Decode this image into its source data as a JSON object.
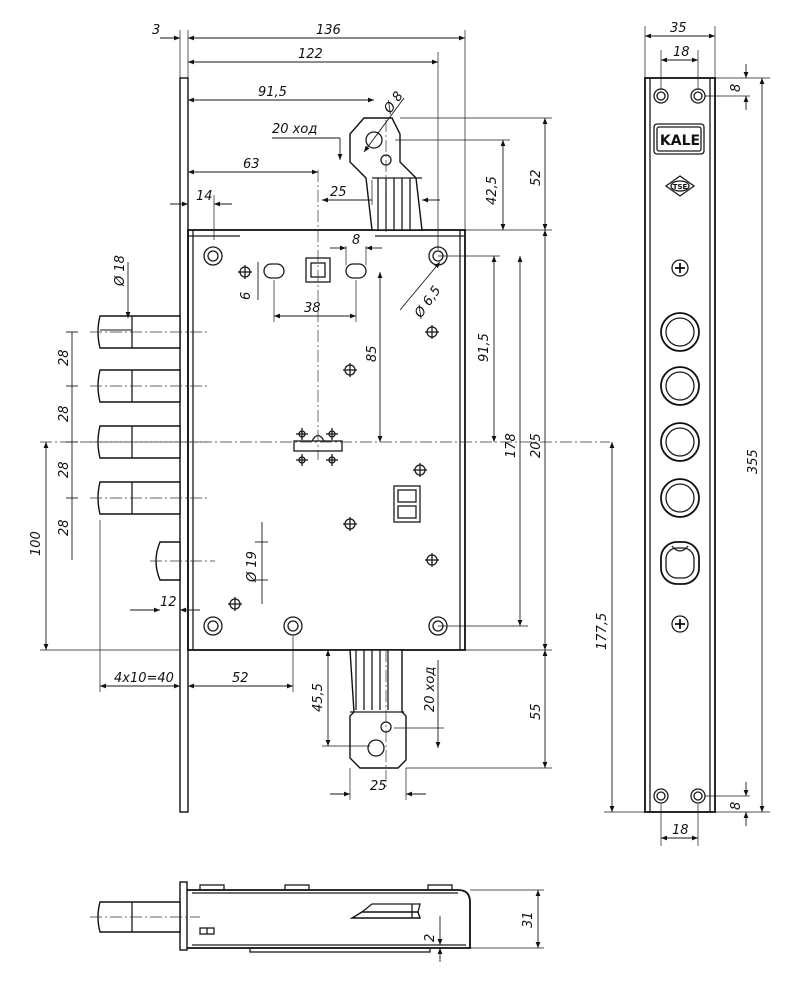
{
  "dimensions": {
    "d3": "3",
    "d136": "136",
    "d122": "122",
    "d91_5_top": "91,5",
    "dia8": "Ø 8",
    "stroke20_top": "20 ход",
    "d63": "63",
    "d25_top": "25",
    "d14": "14",
    "d42_5": "42,5",
    "d52_right": "52",
    "d8_small": "8",
    "d6": "6",
    "d38": "38",
    "dia6_5": "Ø 6,5",
    "d85": "85",
    "d91_5_right": "91,5",
    "d178": "178",
    "d205": "205",
    "dia18": "Ø 18",
    "bolt28_1": "28",
    "bolt28_2": "28",
    "bolt28_3": "28",
    "bolt28_4": "28",
    "d100": "100",
    "dia19": "Ø 19",
    "d12": "12",
    "d4x10": "4x10=40",
    "d52_bottom": "52",
    "d45_5": "45,5",
    "stroke20_bottom": "20 ход",
    "d55": "55",
    "d25_bottom": "25",
    "d35": "35",
    "d18_top": "18",
    "d8_top": "8",
    "d355": "355",
    "d177_5": "177,5",
    "d8_bottom": "8",
    "d18_bottom": "18",
    "d31": "31",
    "d2": "2"
  },
  "logo": {
    "brand": "KALE",
    "badge": "TSE"
  }
}
